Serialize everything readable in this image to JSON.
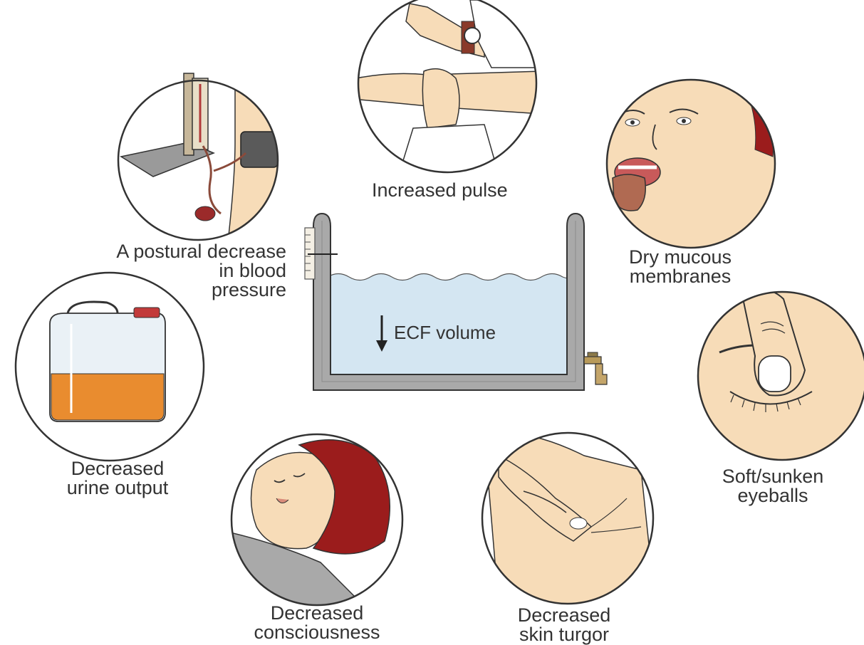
{
  "center": {
    "label": "ECF volume",
    "arrow": "down-arrow-icon"
  },
  "signs": [
    {
      "id": "pulse",
      "lines": [
        "Increased pulse"
      ],
      "icon": "wrist-pulse-check-icon"
    },
    {
      "id": "bp",
      "lines": [
        "A postural decrease",
        "in blood",
        "pressure"
      ],
      "icon": "sphygmomanometer-icon"
    },
    {
      "id": "mucous",
      "lines": [
        "Dry mucous",
        "membranes"
      ],
      "icon": "dry-tongue-face-icon"
    },
    {
      "id": "urine",
      "lines": [
        "Decreased",
        "urine output"
      ],
      "icon": "urine-container-icon"
    },
    {
      "id": "eyes",
      "lines": [
        "Soft/sunken",
        "eyeballs"
      ],
      "icon": "eyeball-press-icon"
    },
    {
      "id": "consciousness",
      "lines": [
        "Decreased",
        "consciousness"
      ],
      "icon": "unconscious-person-icon"
    },
    {
      "id": "turgor",
      "lines": [
        "Decreased",
        "skin turgor"
      ],
      "icon": "skin-pinch-icon"
    }
  ],
  "colors": {
    "skin": "#f7dcb8",
    "outline": "#333333",
    "tank_water": "#d4e6f2",
    "tank_wall": "#a9a9a9",
    "urine": "#e98c2f",
    "hair": "#9b1c1c",
    "tongue": "#b06a52"
  }
}
